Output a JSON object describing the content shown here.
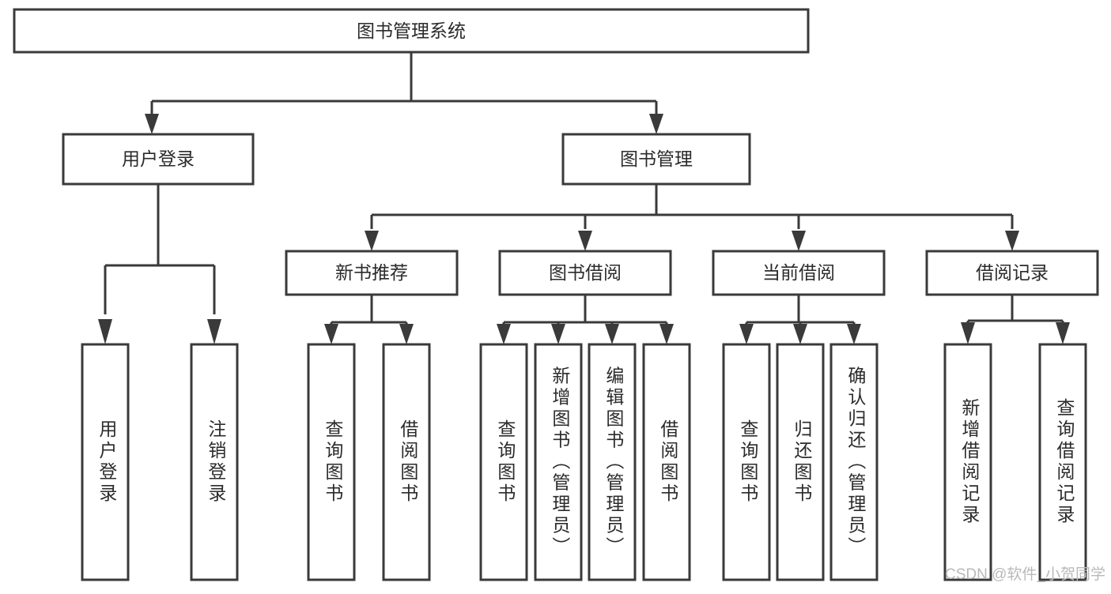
{
  "diagram": {
    "type": "org-chart",
    "title": "图书管理系统",
    "root": {
      "id": "root",
      "label": "图书管理系统"
    },
    "level2": [
      {
        "id": "user-login",
        "label": "用户登录"
      },
      {
        "id": "book-manage",
        "label": "图书管理"
      }
    ],
    "level3": [
      {
        "id": "new-book-recommend",
        "label": "新书推荐"
      },
      {
        "id": "book-borrow",
        "label": "图书借阅"
      },
      {
        "id": "current-borrow",
        "label": "当前借阅"
      },
      {
        "id": "borrow-record",
        "label": "借阅记录"
      }
    ],
    "leaves": {
      "user_login": [
        {
          "id": "leaf-user-login",
          "label": "用户登录"
        },
        {
          "id": "leaf-logout-login",
          "label": "注销登录"
        }
      ],
      "new_book_recommend": [
        {
          "id": "leaf-query-book-1",
          "label": "查询图书"
        },
        {
          "id": "leaf-borrow-book-1",
          "label": "借阅图书"
        }
      ],
      "book_borrow": [
        {
          "id": "leaf-query-book-2",
          "label": "查询图书"
        },
        {
          "id": "leaf-add-book",
          "label": "新增图书（管理员）"
        },
        {
          "id": "leaf-edit-book",
          "label": "编辑图书（管理员）"
        },
        {
          "id": "leaf-borrow-book-2",
          "label": "借阅图书"
        }
      ],
      "current_borrow": [
        {
          "id": "leaf-query-book-3",
          "label": "查询图书"
        },
        {
          "id": "leaf-return-book",
          "label": "归还图书"
        },
        {
          "id": "leaf-confirm-return",
          "label": "确认归还（管理员）"
        }
      ],
      "borrow_record": [
        {
          "id": "leaf-add-record",
          "label": "新增借阅记录"
        },
        {
          "id": "leaf-query-record",
          "label": "查询借阅记录"
        }
      ]
    }
  },
  "watermark": {
    "text": "CSDN @软件_小贺同学"
  },
  "colors": {
    "stroke": "#3a3a3a",
    "box_fill": "#ffffff",
    "text": "#2b2b2b",
    "watermark": "#b9b9b9",
    "background": "#ffffff"
  }
}
